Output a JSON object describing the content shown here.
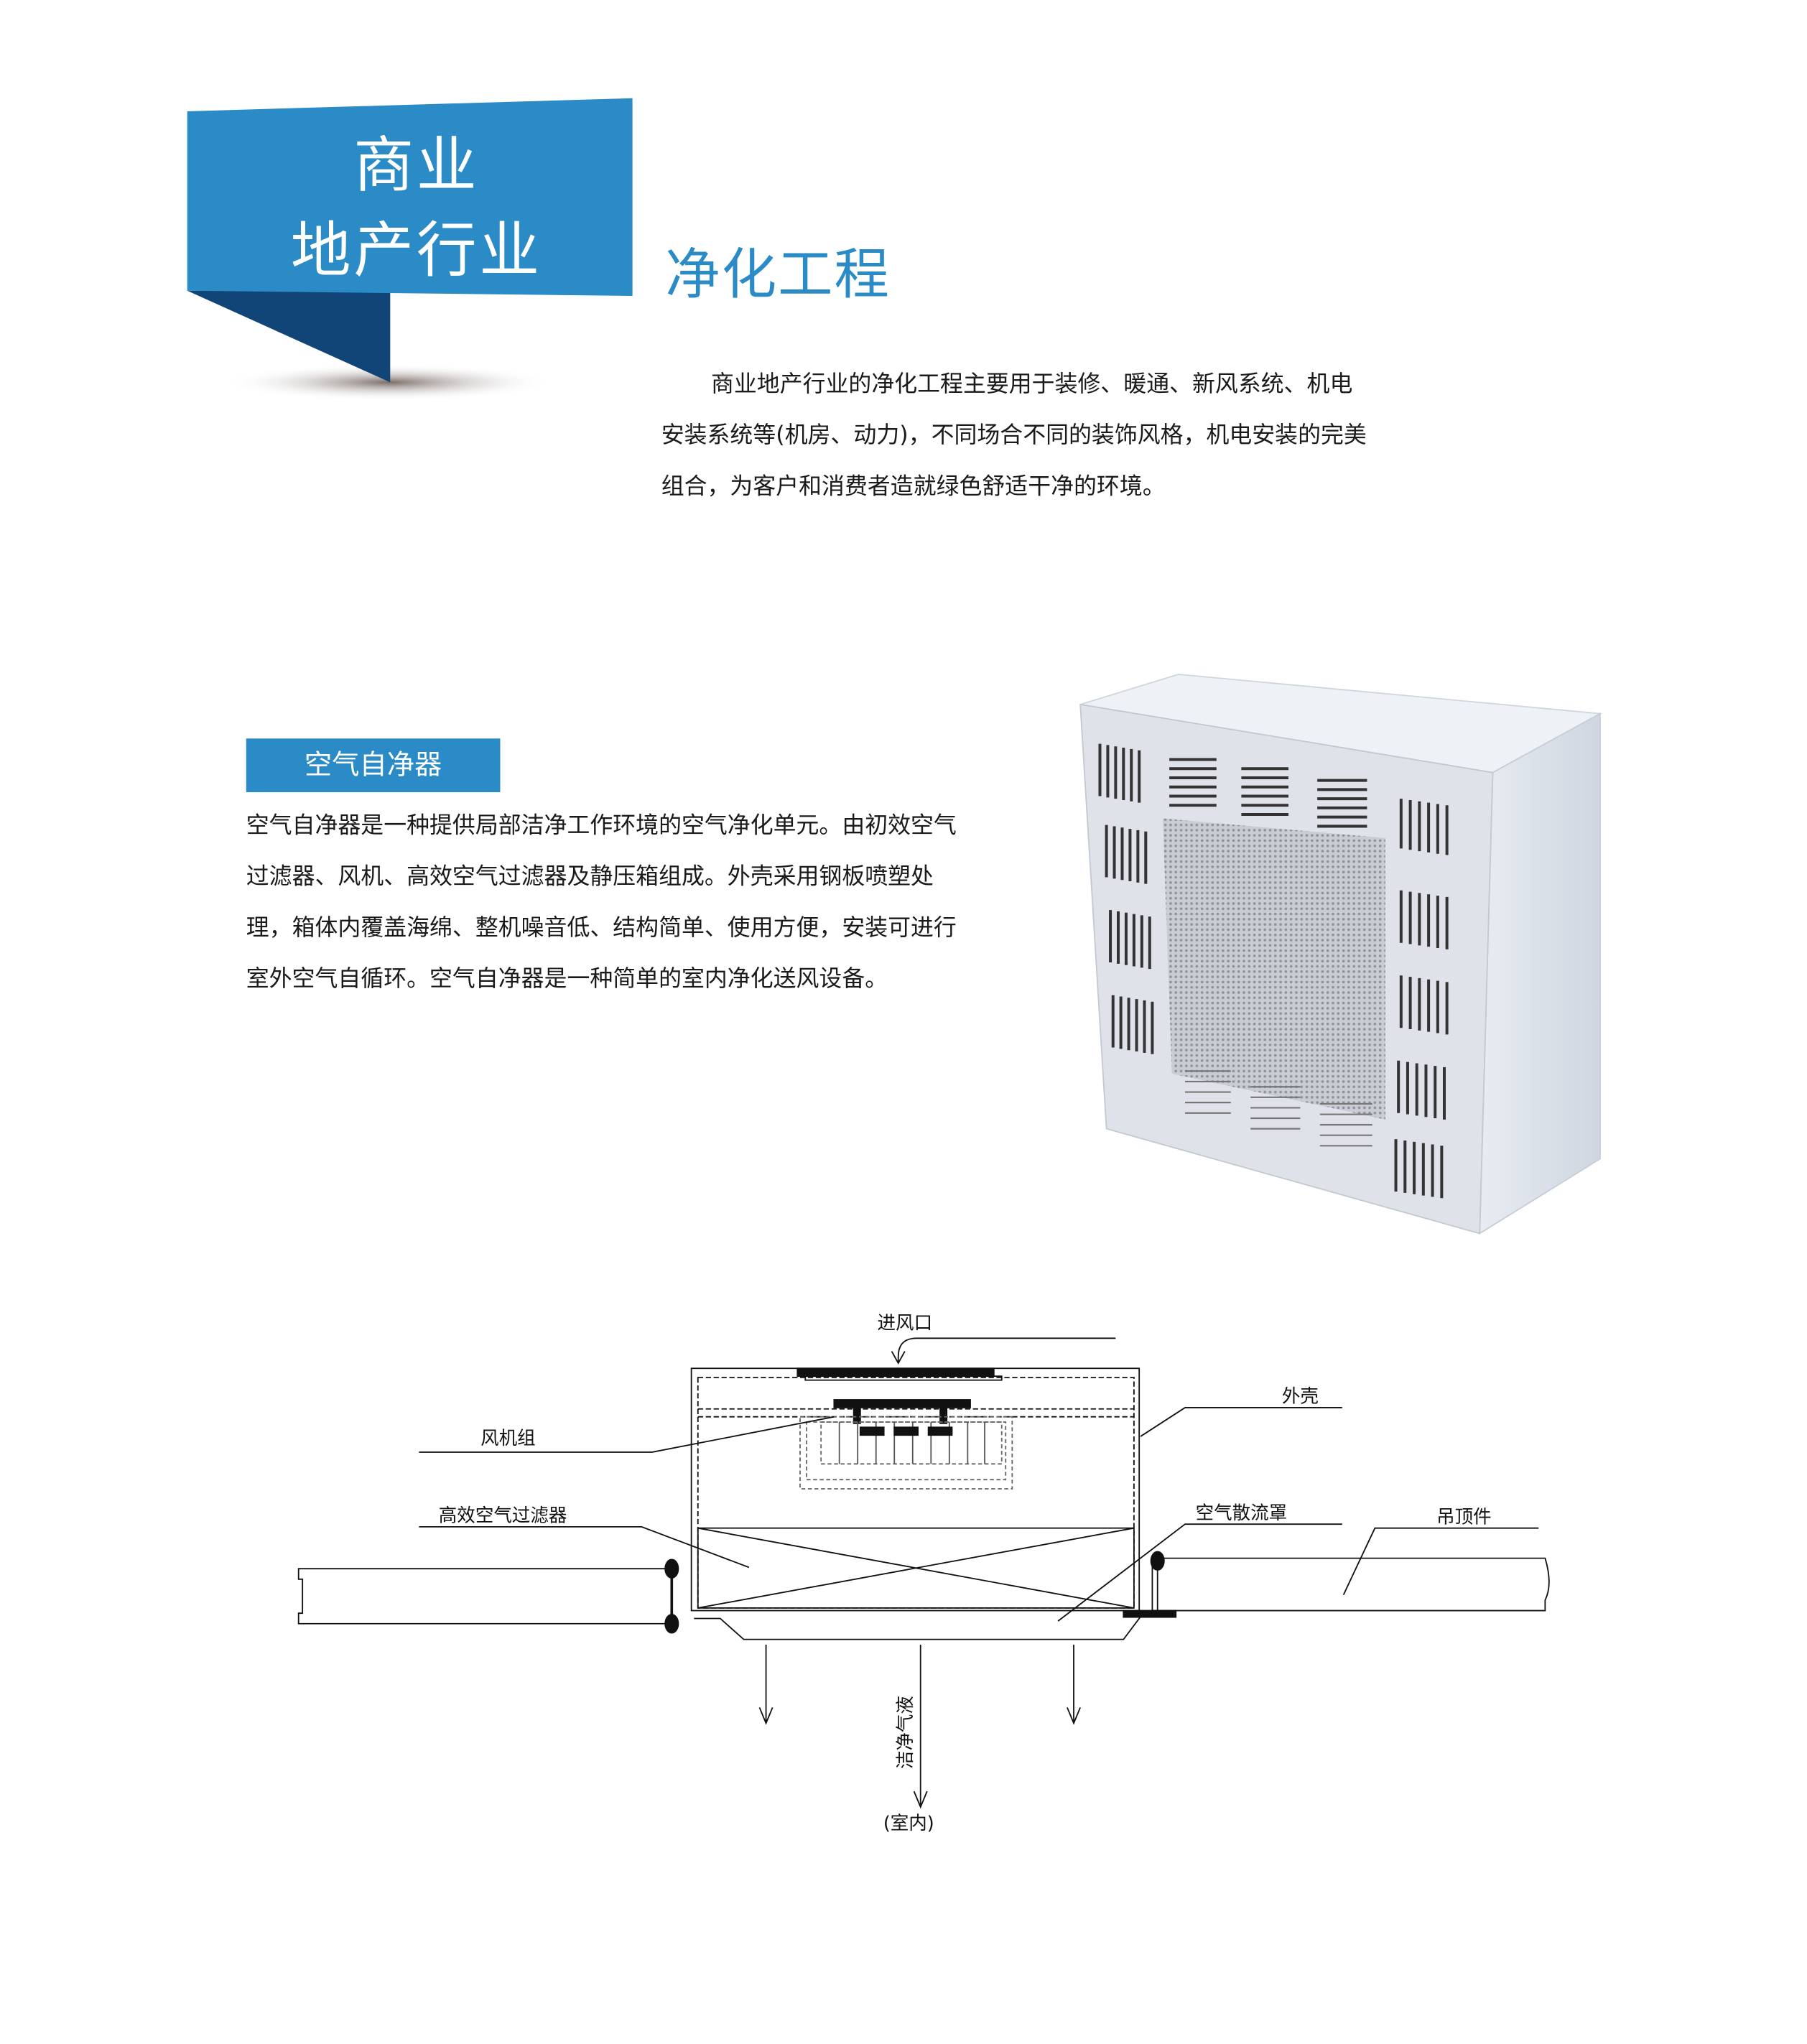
{
  "banner": {
    "line1": "商业",
    "line2": "地产行业"
  },
  "heading": "净化工程",
  "intro": "商业地产行业的净化工程主要用于装修、暖通、新风系统、机电安装系统等(机房、动力)，不同场合不同的装饰风格，机电安装的完美组合，为客户和消费者造就绿色舒适干净的环境。",
  "section": {
    "label": "空气自净器",
    "description": "空气自净器是一种提供局部洁净工作环境的空气净化单元。由初效空气过滤器、风机、高效空气过滤器及静压箱组成。外壳采用钢板喷塑处理，箱体内覆盖海绵、整机噪音低、结构简单、使用方便，安装可进行室外空气自循环。空气自净器是一种简单的室内净化送风设备。"
  },
  "diagram": {
    "inlet": "进风口",
    "shell": "外壳",
    "fan_unit": "风机组",
    "hepa_filter": "高效空气过滤器",
    "diffuser": "空气散流罩",
    "ceiling": "吊顶件",
    "clean_air": "洁净气液",
    "indoor": "(室内)"
  },
  "colors": {
    "accent": "#2a8bc6",
    "dark_accent": "#124577"
  }
}
